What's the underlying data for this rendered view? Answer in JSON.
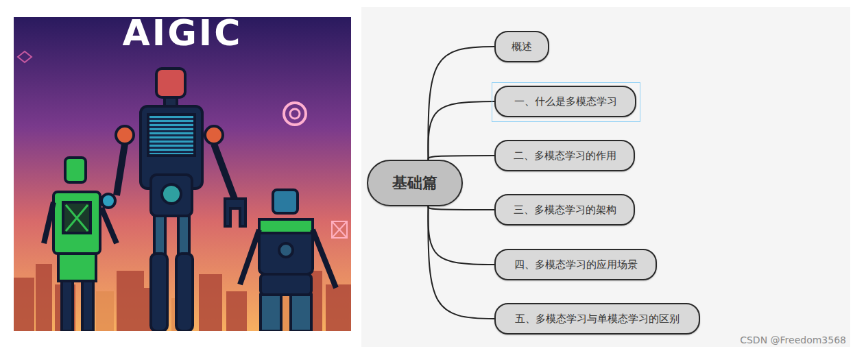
{
  "diagram": {
    "nodes": [
      {
        "text": [
          "基础篇"
        ]
      },
      {
        "text": [
          "概述"
        ]
      },
      {
        "text": [
          "一、什么是多模态学习"
        ]
      },
      {
        "text": [
          "二、多模态学习的作用"
        ]
      },
      {
        "text": [
          "三、多模态学习的架构"
        ]
      },
      {
        "text": [
          "四、多模态学习的应用场景"
        ]
      },
      {
        "text": [
          "五、多模态学习与单模态学习的区别"
        ]
      }
    ],
    "edges": [
      {
        "from": 0,
        "to": 1,
        "arrow": "none"
      },
      {
        "from": 0,
        "to": 2,
        "arrow": "none"
      },
      {
        "from": 0,
        "to": 3,
        "arrow": "none"
      },
      {
        "from": 0,
        "to": 4,
        "arrow": "none"
      },
      {
        "from": 0,
        "to": 5,
        "arrow": "none"
      },
      {
        "from": 0,
        "to": 6,
        "arrow": "none"
      }
    ],
    "labels": [
      "AIGIC",
      "CSDN @Freedom3568"
    ]
  }
}
